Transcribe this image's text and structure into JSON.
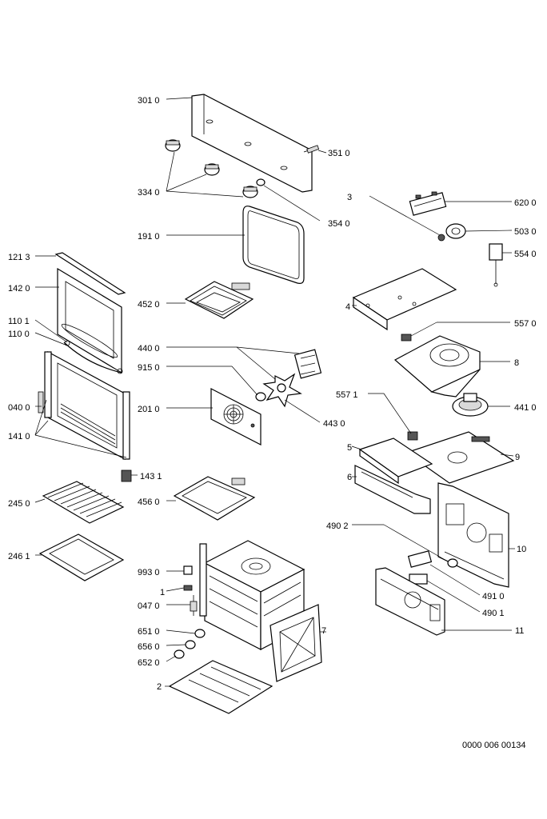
{
  "document_number": "0000 006 00134",
  "parts": {
    "p3010": "301 0",
    "p3510": "351 0",
    "p3340": "334 0",
    "p3540": "354 0",
    "p6200": "620 0",
    "p5030": "503 0",
    "p5540": "554 0",
    "p3": "3",
    "p1910": "191 0",
    "p1213": "121 3",
    "p1420": "142 0",
    "p4520": "452 0",
    "p4": "4",
    "p5570a": "557 0",
    "p1101": "110 1",
    "p1100": "110 0",
    "p4400": "440 0",
    "p9150": "915 0",
    "p8": "8",
    "p5571": "557 1",
    "p4410": "441 0",
    "p0400": "040 0",
    "p2010": "201 0",
    "p4430": "443 0",
    "p1410": "141 0",
    "p5": "5",
    "p9": "9",
    "p6": "6",
    "p1431": "143 1",
    "p2450": "245 0",
    "p4560": "456 0",
    "p4902": "490 2",
    "p10": "10",
    "p2461": "246 1",
    "p9930": "993 0",
    "p1": "1",
    "p0470": "047 0",
    "p4910": "491 0",
    "p4901": "490 1",
    "p7": "7",
    "p6510": "651 0",
    "p6560": "656 0",
    "p6520": "652 0",
    "p11": "11",
    "p2": "2"
  }
}
